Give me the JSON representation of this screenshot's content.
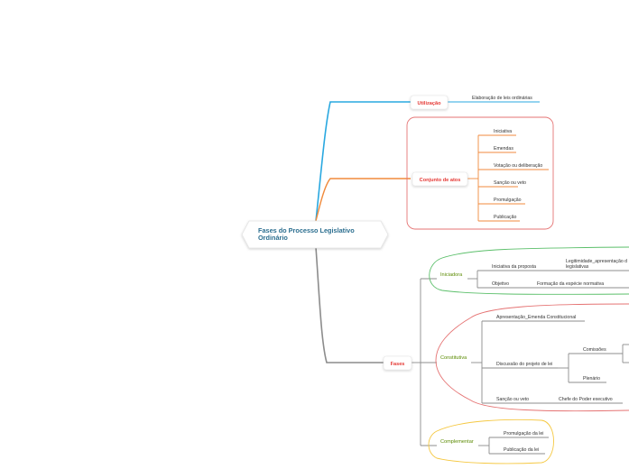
{
  "central": {
    "line1": "Fases do Processo Legislativo",
    "line2": "Ordinário"
  },
  "utilizacao": {
    "label": "Utilização",
    "child": "Elaboração de leis ordinárias"
  },
  "conjunto": {
    "label": "Conjunto de atos",
    "children": [
      "Iniciativa",
      "Emendas",
      "Votação ou deliberação",
      "Sanção ou veto",
      "Promulgação",
      "Publicação"
    ]
  },
  "fases": {
    "label": "Fases",
    "iniciadora": {
      "label": "Iniciadora",
      "iniciativa": "Iniciativa da proposta",
      "legitimidade_line1": "Legitimidade_apresentação d",
      "legitimidade_line2": "legislativas",
      "objetivo": "Objetivo",
      "formacao": "Formação da espécie normativa"
    },
    "constitutiva": {
      "label": "Constitutiva",
      "apresentacao": "Apresentação_Emenda Constitucional",
      "discussao": "Discussão do projeto de lei",
      "comissoes": "Comissões",
      "plenario": "Plenário",
      "sancao": "Sanção ou veto",
      "chefe": "Chefe do Poder executivo"
    },
    "complementar": {
      "label": "Complementar",
      "promulgacao": "Promulgação da lei",
      "publicacao": "Publicação da lei"
    }
  },
  "colors": {
    "blue": "#29a8e0",
    "orange": "#f08a3c",
    "gray": "#8c8c8c",
    "red": "#e53935",
    "teal": "#2b6e8f",
    "green": "#5bbf6a",
    "yellow": "#f5c842"
  }
}
